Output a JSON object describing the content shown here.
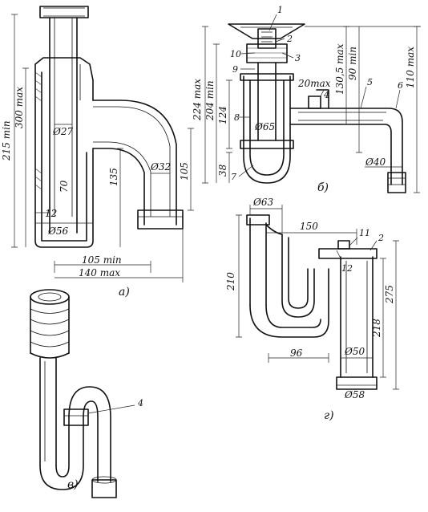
{
  "views": {
    "a": {
      "caption": "а)",
      "dims": {
        "overall_min": "215 min",
        "overall_max": "300 max",
        "inner_dia": "Ø27",
        "inner_len": "70",
        "outlet_h": "135",
        "outlet_dia": "Ø32",
        "outlet_drop": "105",
        "wall": "12",
        "body_dia": "Ø56",
        "reach_min": "105 min",
        "reach_max": "140 max"
      }
    },
    "b": {
      "caption": "б)",
      "dims": {
        "h_max": "224 max",
        "h_min": "204 min",
        "d130": "130,5 max",
        "d90": "90 min",
        "d110": "110 max",
        "d20": "20max",
        "d124": "124",
        "dia65": "Ø65",
        "d38": "38",
        "dia40": "Ø40"
      },
      "callouts": [
        "1",
        "2",
        "3",
        "4",
        "5",
        "6",
        "7",
        "8",
        "9",
        "10"
      ]
    },
    "v": {
      "caption": "в)",
      "callouts": [
        "4"
      ]
    },
    "g": {
      "caption": "г)",
      "dims": {
        "dia63": "Ø63",
        "d150": "150",
        "d210": "210",
        "d218": "218",
        "d275": "275",
        "d96": "96",
        "dia50": "Ø50",
        "dia58": "Ø58"
      },
      "callouts": [
        "11",
        "2",
        "12"
      ]
    }
  }
}
